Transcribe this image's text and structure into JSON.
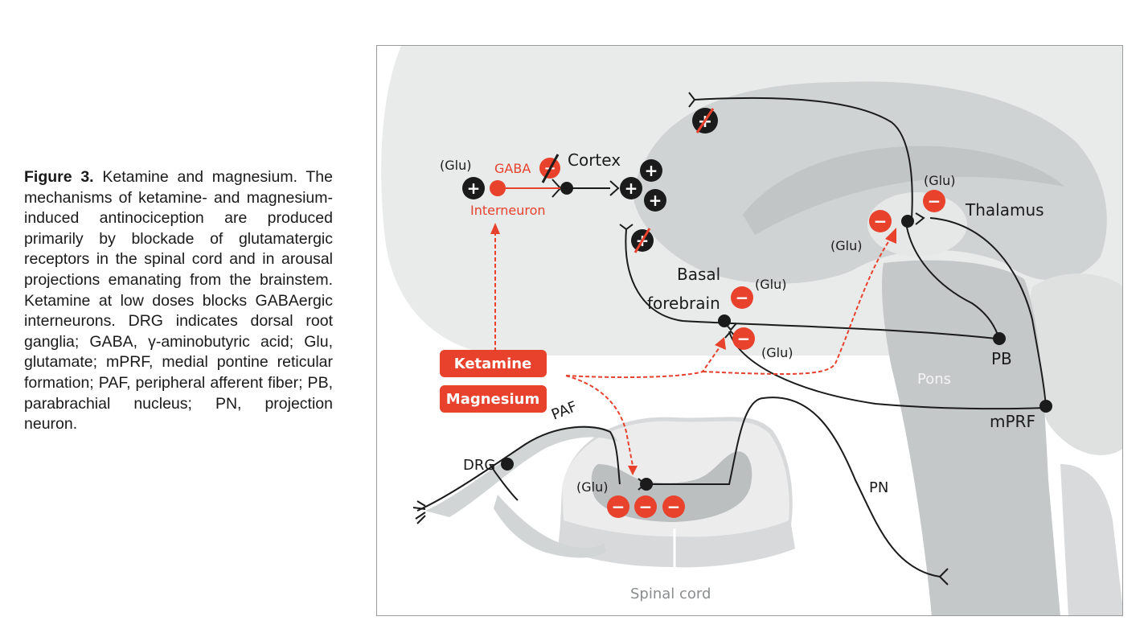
{
  "caption": {
    "figure_label": "Figure 3.",
    "text": " Ketamine and magnesium. The mechanisms of ketamine- and magnesium-induced antinociception are produced primarily by blockade of glutamatergic receptors in the spinal cord and in arousal projections emanating from the brainstem. Ketamine at low doses blocks GABAergic interneurons. DRG indicates dorsal root ganglia; GABA, γ-aminobutyric acid; Glu, glutamate; mPRF, medial pontine reticular formation; PAF, peripheral afferent fiber; PB, parabrachial nucleus; PN, projection neuron."
  },
  "figure": {
    "labels": {
      "cortex": "Cortex",
      "thalamus": "Thalamus",
      "basal_1": "Basal",
      "basal_2": "forebrain",
      "pb": "PB",
      "mprf": "mPRF",
      "pons": "Pons",
      "paf": "PAF",
      "drg": "DRG",
      "pn": "PN",
      "spinal_cord": "Spinal cord",
      "gaba": "GABA",
      "interneuron": "Interneuron",
      "glu_cortex": "(Glu)",
      "glu_thal_top": "(Glu)",
      "glu_thal_left": "(Glu)",
      "glu_bf_top": "(Glu)",
      "glu_bf_bottom": "(Glu)",
      "glu_spinal": "(Glu)"
    },
    "drugs": {
      "ketamine": "Ketamine",
      "magnesium": "Magnesium"
    },
    "colors": {
      "red": "#e8412c",
      "anatomy": "#d0d3d4",
      "anatomy_dark": "#b9bcbd",
      "neuron": "#1b1b1b",
      "pons_label": "#f4f4f4"
    },
    "signs": {
      "plus": "+",
      "minus": "−"
    }
  }
}
